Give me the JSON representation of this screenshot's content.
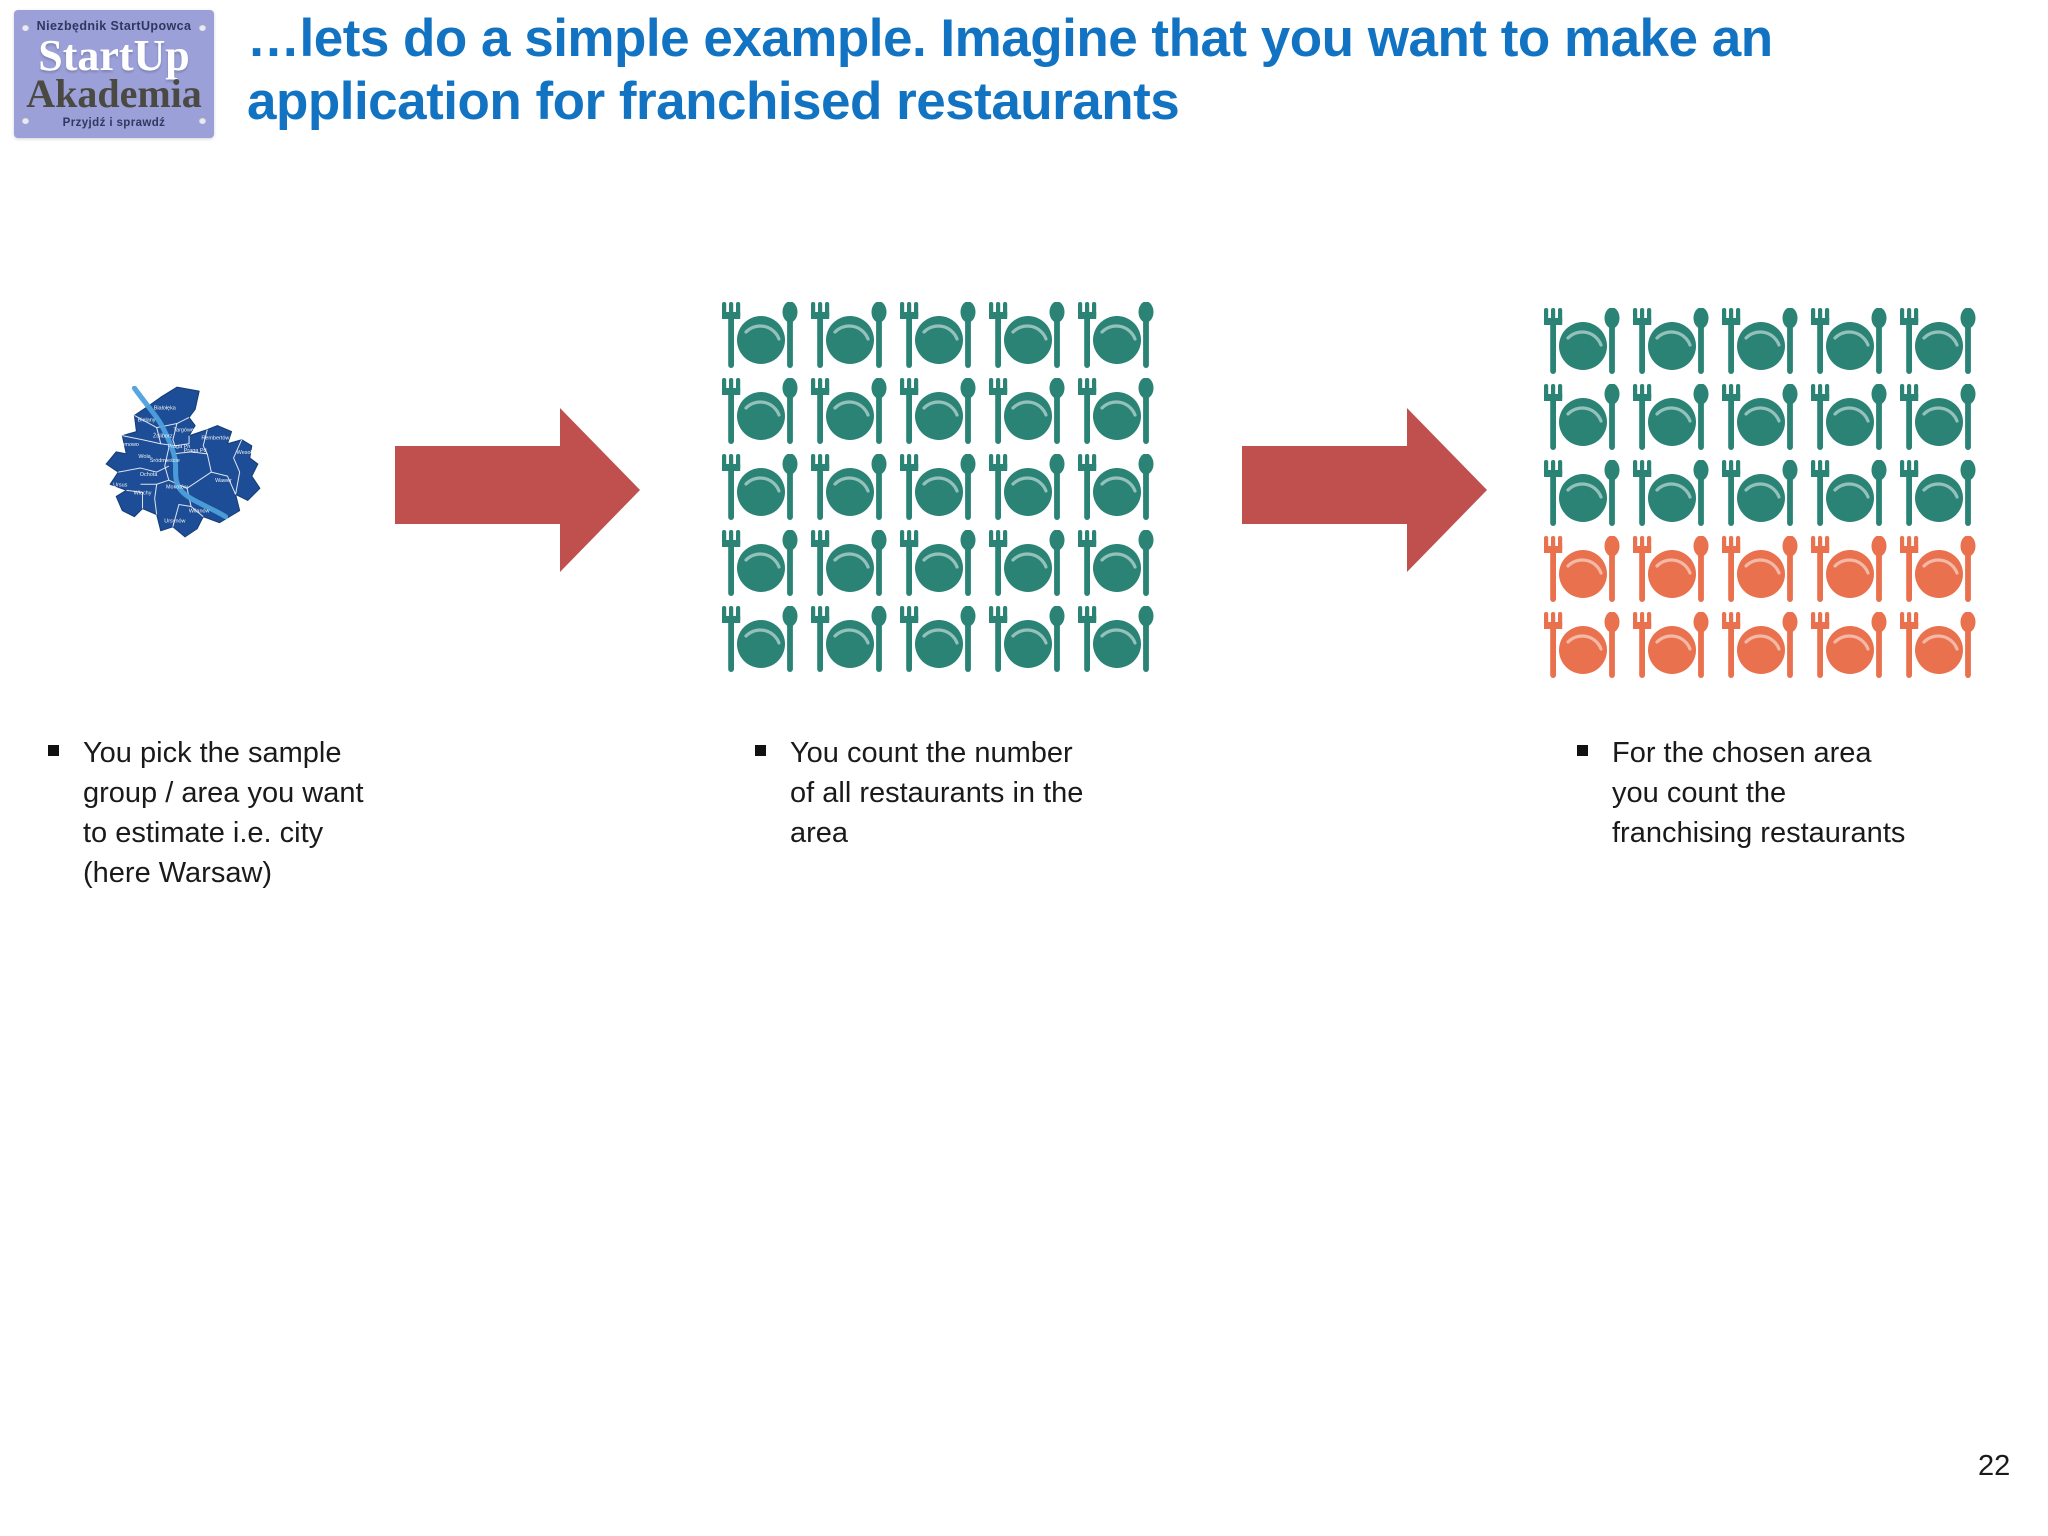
{
  "slide": {
    "title": "…lets do a simple example. Imagine that you want to make an\napplication for franchised restaurants",
    "title_color": "#1173c1",
    "page_number": "22",
    "background": "#ffffff"
  },
  "logo": {
    "tagline_top": "Niezbędnik StartUpowca",
    "name_line1": "StartUp",
    "name_line2": "Akademia",
    "tagline_bottom": "Przyjdź i sprawdź",
    "bg_color": "#9ba0d8",
    "name_line1_color": "#ffffff",
    "name_line2_color": "#4a4a42",
    "small_text_color": "#33365e"
  },
  "flow": {
    "arrow_color": "#c0504d",
    "steps": [
      {
        "name": "pick-sample-area",
        "visual": "warsaw-districts-map",
        "bullet_text": "You pick the sample\ngroup / area you want\nto estimate i.e. city\n(here Warsaw)"
      },
      {
        "name": "count-all-restaurants",
        "visual": "restaurant-grid-all",
        "bullet_text": "You count the number\nof all restaurants in the\narea"
      },
      {
        "name": "count-franchising-restaurants",
        "visual": "restaurant-grid-franchise",
        "bullet_text": "For the chosen area\nyou count the\nfranchising restaurants"
      }
    ]
  },
  "map": {
    "name": "Warsaw districts map",
    "land_color": "#1d4d96",
    "river_color": "#4da0dc",
    "border_color": "#ffffff",
    "districts": [
      "Białołęka",
      "Bielany",
      "Bemowo",
      "Żoliborz",
      "Targówek",
      "Praga Pn",
      "Rembertów",
      "Wesoła",
      "Wola",
      "Śródmieście",
      "Praga Pd",
      "Ochota",
      "Ursus",
      "Włochy",
      "Mokotów",
      "Wawer",
      "Wilanów",
      "Ursynów"
    ]
  },
  "grids": {
    "icon": "restaurant-place-setting-icon",
    "teal": "#2b8376",
    "orange": "#e9714e",
    "all_restaurants": {
      "rows": 5,
      "cols": 5,
      "row_colors": [
        "teal",
        "teal",
        "teal",
        "teal",
        "teal"
      ]
    },
    "franchise": {
      "rows": 5,
      "cols": 5,
      "row_colors": [
        "teal",
        "teal",
        "teal",
        "orange",
        "orange"
      ]
    }
  }
}
